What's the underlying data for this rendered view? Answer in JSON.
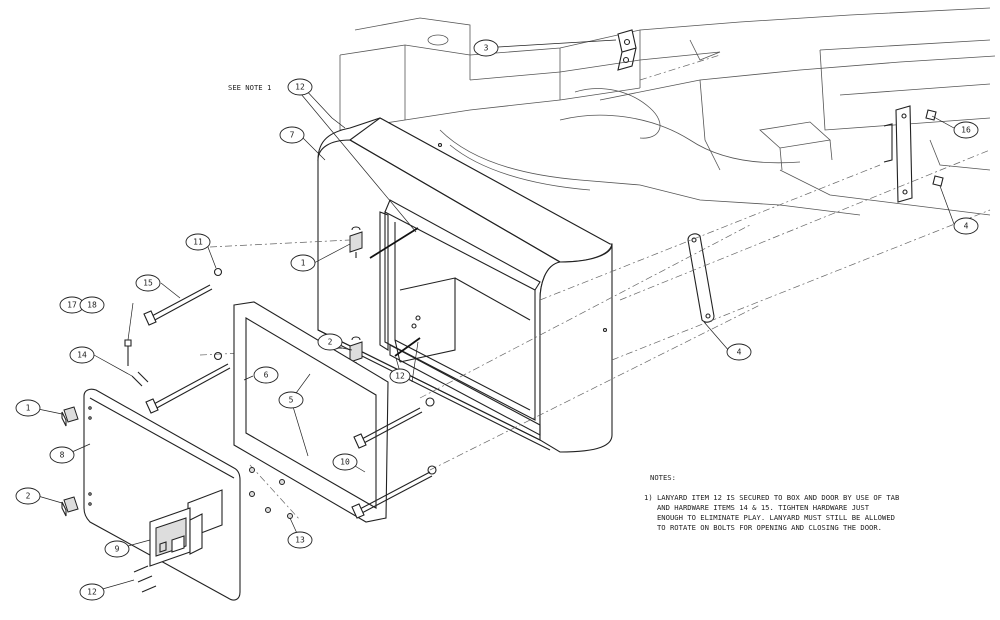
{
  "see_note": "SEE NOTE 1",
  "notes_title": "NOTES:",
  "notes_lines": [
    "1) LANYARD ITEM 12 IS SECURED TO BOX AND DOOR BY USE OF TAB",
    "   AND HARDWARE ITEMS 14 & 15. TIGHTEN HARDWARE JUST",
    "   ENOUGH TO ELIMINATE PLAY. LANYARD MUST STILL BE ALLOWED",
    "   TO ROTATE ON BOLTS FOR OPENING AND CLOSING THE DOOR."
  ],
  "balloons": {
    "b3": "3",
    "b16": "16",
    "b4a": "4",
    "b12a": "12",
    "b7": "7",
    "b1a": "1",
    "b11": "11",
    "b15": "15",
    "b4b": "4",
    "b17": "17",
    "b18": "18",
    "b14": "14",
    "b2a": "2",
    "b6": "6",
    "b5": "5",
    "b1b": "1",
    "b8": "8",
    "b10": "10",
    "b2b": "2",
    "b9": "9",
    "b13": "13",
    "b12b": "12",
    "b12c": "12"
  }
}
